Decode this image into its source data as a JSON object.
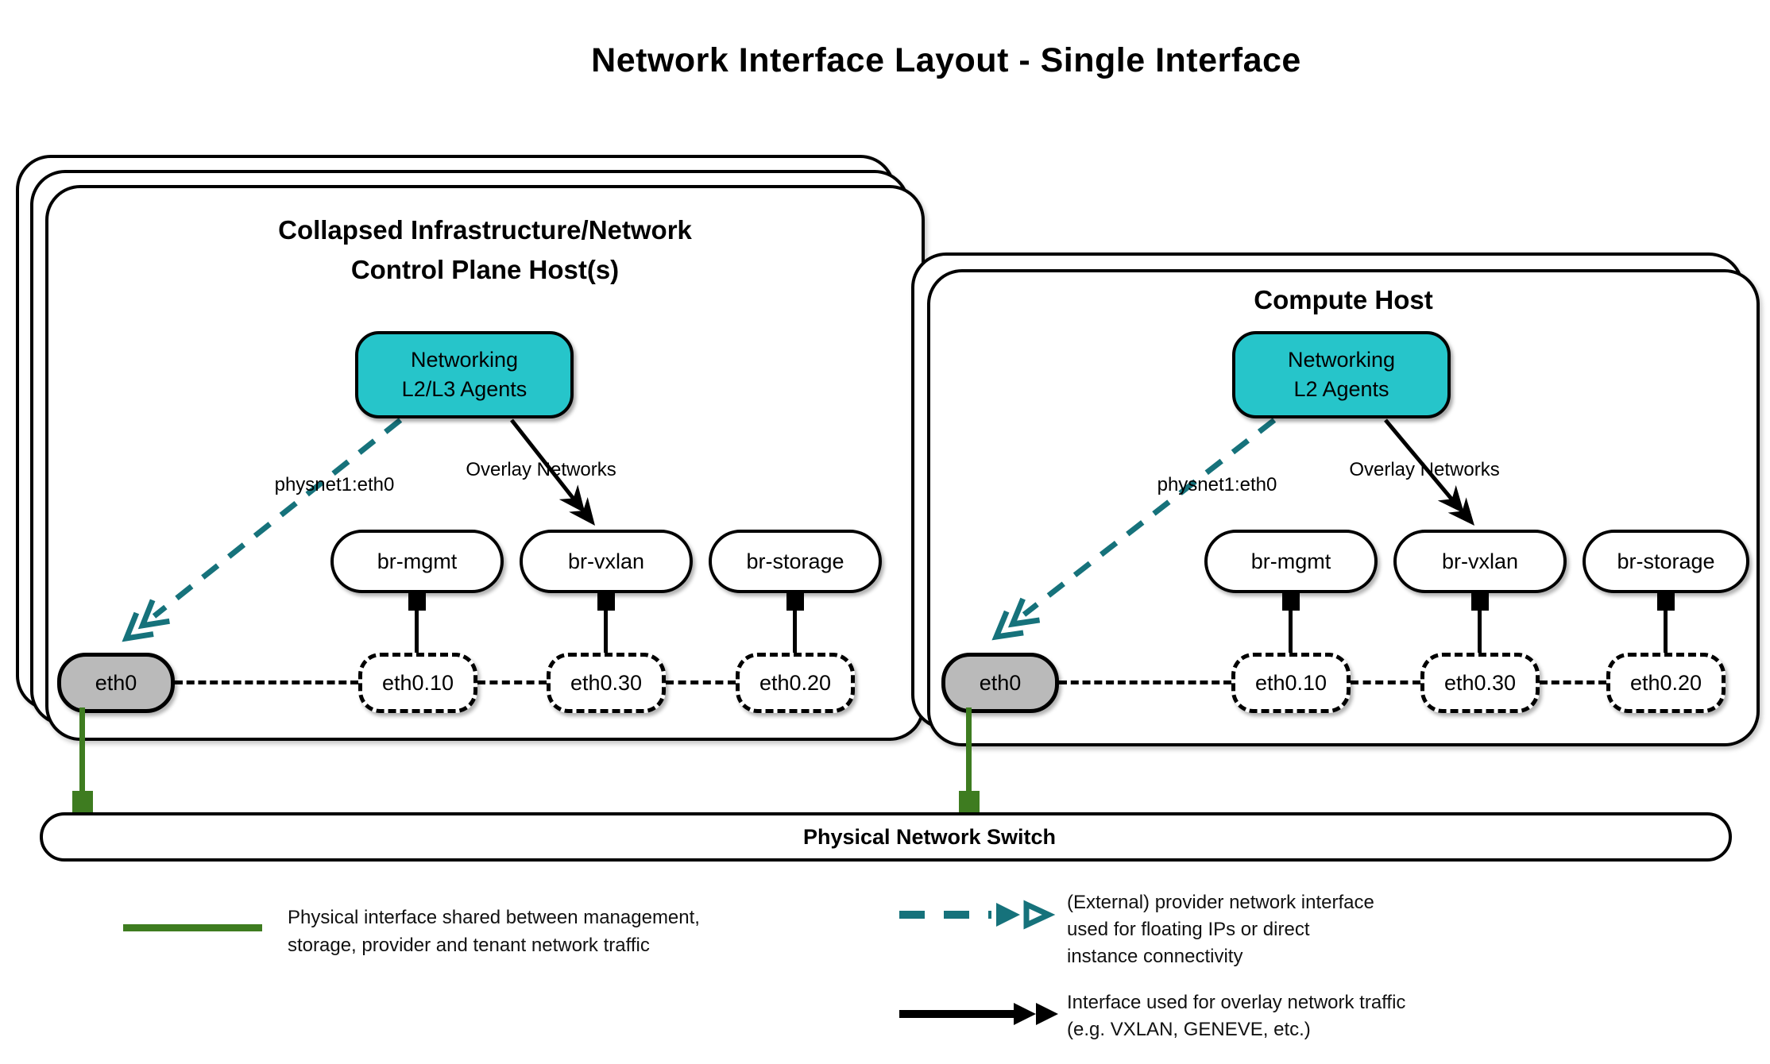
{
  "title": "Network Interface Layout - Single Interface",
  "colors": {
    "agent_fill": "#26c5ca",
    "provider_arrow": "#16727b",
    "physical_line": "#3e7c20",
    "eth_fill": "#bababa"
  },
  "hosts": [
    {
      "title_lines": [
        "Collapsed Infrastructure/Network",
        "Control Plane Host(s)"
      ],
      "agent_lines": [
        "Networking",
        "L2/L3 Agents"
      ],
      "provider_label": "physnet1:eth0",
      "overlay_label": "Overlay Networks",
      "bridges": [
        "br-mgmt",
        "br-vxlan",
        "br-storage"
      ],
      "phys_if": "eth0",
      "vlan_ifs": [
        "eth0.10",
        "eth0.30",
        "eth0.20"
      ]
    },
    {
      "title_lines": [
        "Compute Host"
      ],
      "agent_lines": [
        "Networking",
        "L2 Agents"
      ],
      "provider_label": "physnet1:eth0",
      "overlay_label": "Overlay Networks",
      "bridges": [
        "br-mgmt",
        "br-vxlan",
        "br-storage"
      ],
      "phys_if": "eth0",
      "vlan_ifs": [
        "eth0.10",
        "eth0.30",
        "eth0.20"
      ]
    }
  ],
  "switch_bar": {
    "label": "Physical Network Switch"
  },
  "legend": [
    {
      "name": "physical-interface",
      "lines": [
        "Physical interface shared between management,",
        "storage, provider and tenant network traffic"
      ]
    },
    {
      "name": "provider-network",
      "lines": [
        "(External) provider network interface",
        "used for floating IPs or direct",
        "instance connectivity"
      ]
    },
    {
      "name": "overlay-network",
      "lines": [
        "Interface used for overlay network traffic",
        "(e.g. VXLAN, GENEVE, etc.)"
      ]
    }
  ]
}
